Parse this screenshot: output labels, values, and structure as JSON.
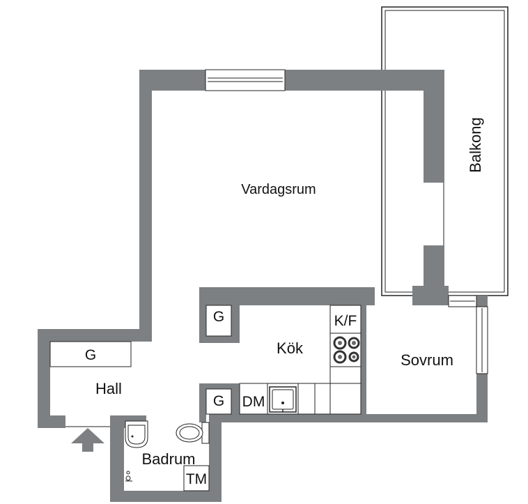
{
  "rooms": {
    "living": "Vardagsrum",
    "balcony": "Balkong",
    "kitchen": "Kök",
    "bedroom": "Sovrum",
    "hall": "Hall",
    "bathroom": "Badrum"
  },
  "fixtures": {
    "wardrobe_hall": "G",
    "wardrobe_upper": "G",
    "wardrobe_lower": "G",
    "fridge_freezer": "K/F",
    "dishwasher": "DM",
    "washing_machine": "TM"
  },
  "colors": {
    "wall": "#7d8082",
    "line": "#222222",
    "background": "#ffffff"
  },
  "icons": {
    "entrance": "entrance-arrow-icon",
    "stove": "stove-icon",
    "sink": "sink-icon",
    "washbasin": "washbasin-icon",
    "toilet": "toilet-icon",
    "shower_tap": "shower-tap-icon"
  }
}
